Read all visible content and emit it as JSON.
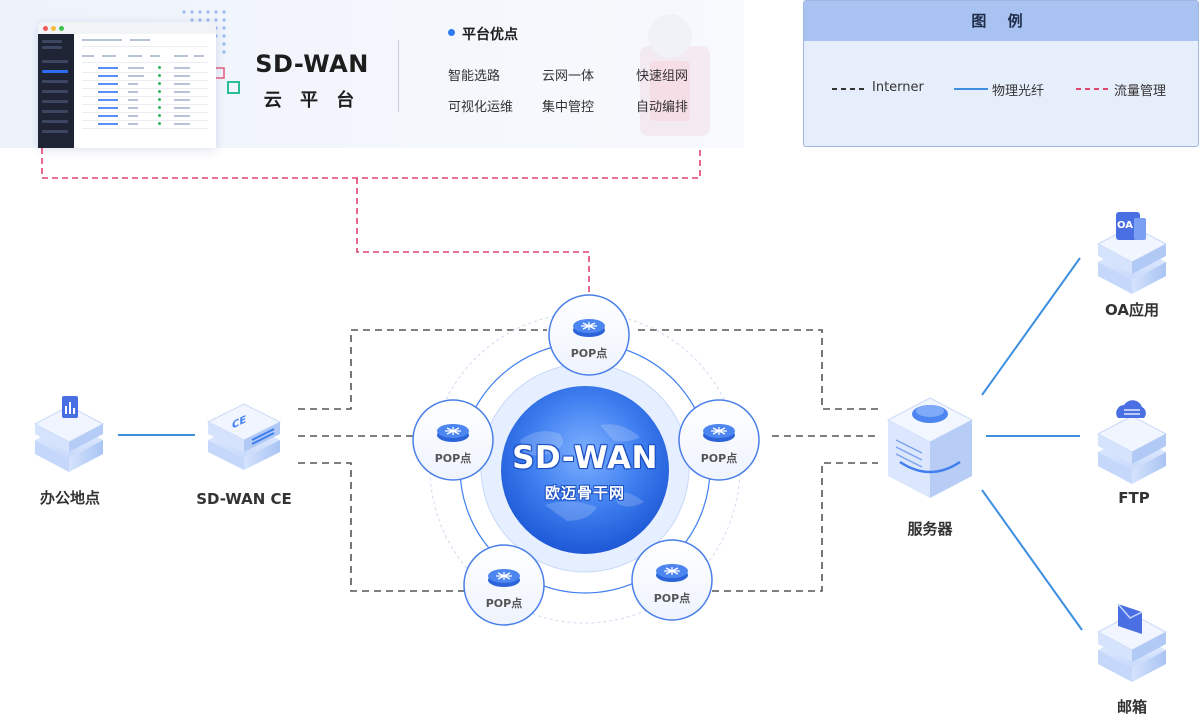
{
  "platform": {
    "title": "SD-WAN",
    "subtitle": "云 平 台",
    "advantages_title": "平台优点",
    "advantages": [
      "智能选路",
      "云网一体",
      "快速组网",
      "可视化运维",
      "集中管控",
      "自动编排"
    ]
  },
  "legend": {
    "title": "图 例",
    "items": [
      {
        "label": "Interner",
        "style": "dashed",
        "color": "#333333"
      },
      {
        "label": "物理光纤",
        "style": "solid",
        "color": "#3d8fe0"
      },
      {
        "label": "流量管理",
        "style": "dashed",
        "color": "#e0446f"
      }
    ]
  },
  "nodes": {
    "office": "办公地点",
    "ce": "SD-WAN CE",
    "ce_badge": "CE",
    "server": "服务器",
    "oa": "OA应用",
    "oa_badge": "OA",
    "ftp": "FTP",
    "mail": "邮箱"
  },
  "core": {
    "title": "SD-WAN",
    "subtitle": "欧迈骨干网",
    "pop_label": "POP点"
  },
  "colors": {
    "accent": "#2d7cf5",
    "internet_line": "#555555",
    "fiber_line": "#3d8fe0",
    "traffic_line": "#e0446f"
  }
}
